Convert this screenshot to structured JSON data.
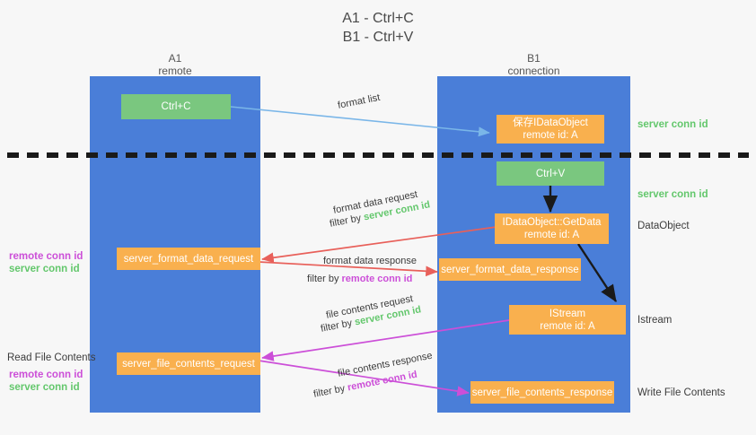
{
  "title": {
    "line1": "A1 - Ctrl+C",
    "line2": "B1 - Ctrl+V"
  },
  "lanes": [
    {
      "name": "A1",
      "subtitle": "remote"
    },
    {
      "name": "B1",
      "subtitle": "connection"
    }
  ],
  "boxes": {
    "ctrl_c": {
      "line1": "Ctrl+C",
      "color": "#7ac77f"
    },
    "save_idataobject": {
      "line1": "保存IDataObject",
      "line2": "remote id: A",
      "color": "#f9b04e"
    },
    "ctrl_v": {
      "line1": "Ctrl+V",
      "color": "#7ac77f"
    },
    "getdata": {
      "line1": "IDataObject::GetData",
      "line2": "remote id: A",
      "color": "#f9b04e"
    },
    "format_data_request": {
      "line1": "server_format_data_request",
      "color": "#f9b04e"
    },
    "format_data_response": {
      "line1": "server_format_data_response",
      "color": "#f9b04e"
    },
    "istream": {
      "line1": "IStream",
      "line2": "remote id: A",
      "color": "#f9b04e"
    },
    "file_contents_request": {
      "line1": "server_file_contents_request",
      "color": "#f9b04e"
    },
    "file_contents_response": {
      "line1": "server_file_contents_response",
      "color": "#f9b04e"
    }
  },
  "edges": {
    "format_list": {
      "label": "format list",
      "color": "#7ab6e8"
    },
    "format_data_request": {
      "label": "format data request",
      "filter_prefix": "filter by ",
      "filter_value": "server conn id",
      "color": "#e8605a"
    },
    "format_data_response": {
      "label": "format data response",
      "filter_prefix": "filter by ",
      "filter_value": "remote conn id",
      "color": "#e8605a"
    },
    "file_contents_request": {
      "label": "file contents request",
      "filter_prefix": "filter by ",
      "filter_value": "server conn id",
      "color": "#cc4fd8"
    },
    "file_contents_response": {
      "label": "file contents response",
      "filter_prefix": "filter by ",
      "filter_value": "remote conn id",
      "color": "#cc4fd8"
    }
  },
  "side_labels": {
    "right_server_conn_top": "server conn id",
    "right_server_conn_mid": "server conn id",
    "right_dataobject": "DataObject",
    "right_istream": "Istream",
    "right_write_file_contents": "Write File Contents",
    "left_remote_conn_1": "remote conn id",
    "left_server_conn_1": "server conn id",
    "left_read_file_contents": "Read File Contents",
    "left_remote_conn_2": "remote conn id",
    "left_server_conn_2": "server conn id"
  },
  "colors": {
    "lane": "#4a7ed8",
    "green": "#7ac77f",
    "orange": "#f9b04e",
    "green_text": "#63c76c",
    "purple_text": "#cc4fd8",
    "red_arrow": "#e8605a",
    "blue_arrow": "#7ab6e8",
    "black_arrow": "#1a1a1a",
    "background": "#f7f7f7"
  },
  "divider": {
    "style": "dashed",
    "color": "#1a1a1a"
  }
}
